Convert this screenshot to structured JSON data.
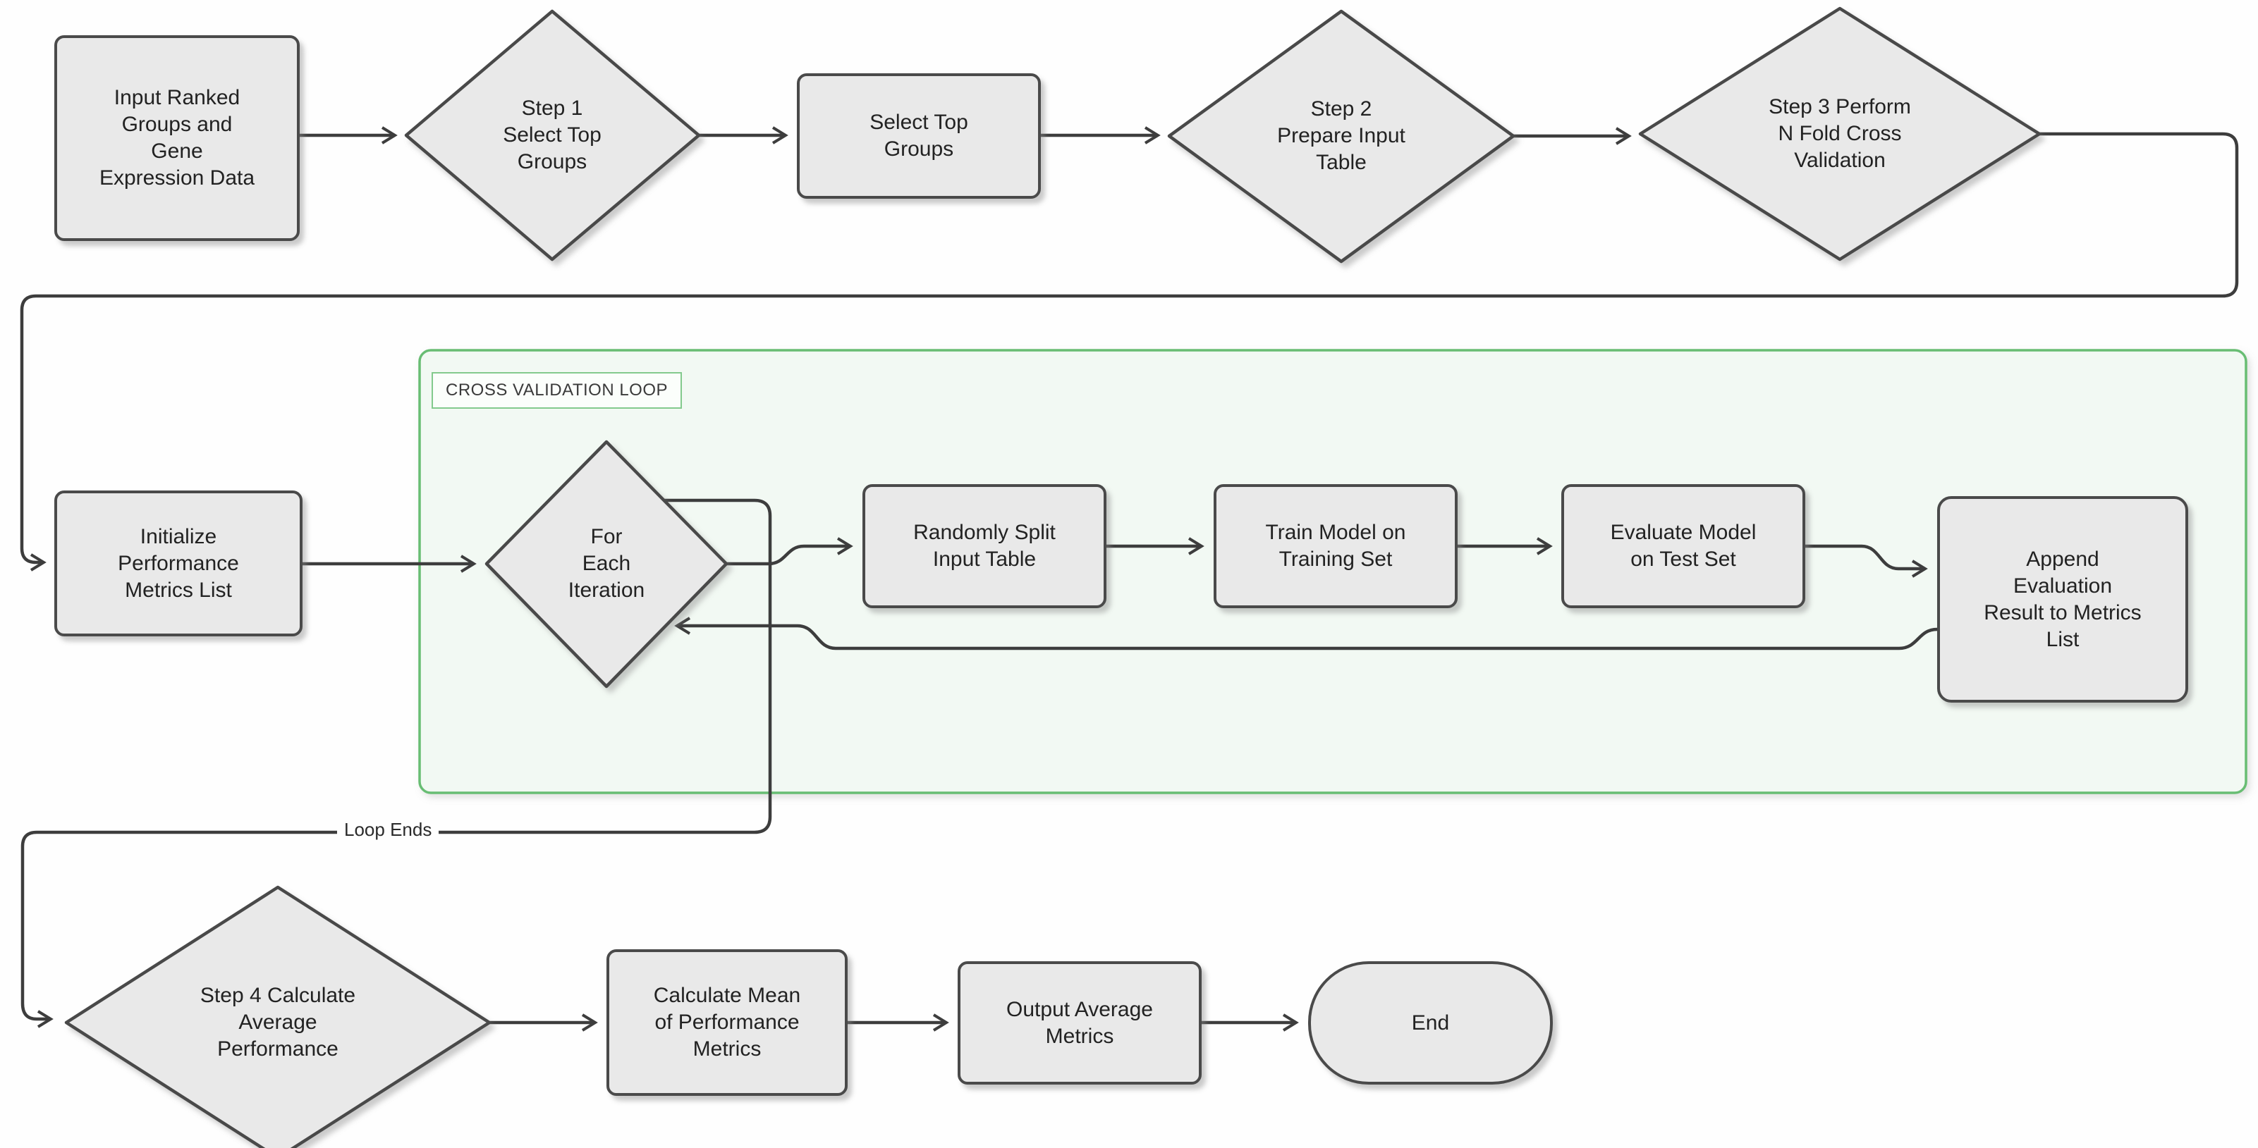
{
  "colors": {
    "background": "#fefefe",
    "node_fill": "#e9e9e9",
    "node_border": "#4a4a4a",
    "edge_color": "#3d3d3d",
    "loop_container_border": "#67bd73",
    "loop_container_fill": "#f2f9f3"
  },
  "loop_container": {
    "label": "CROSS VALIDATION LOOP"
  },
  "nodes": [
    {
      "id": "input-data",
      "shape": "rounded-rect",
      "label": "Input Ranked\nGroups and\nGene\nExpression Data"
    },
    {
      "id": "step-1",
      "shape": "diamond",
      "label": "Step 1\nSelect Top\nGroups"
    },
    {
      "id": "select-top-groups",
      "shape": "rounded-rect",
      "label": "Select Top\nGroups"
    },
    {
      "id": "step-2",
      "shape": "diamond",
      "label": "Step 2\nPrepare Input\nTable"
    },
    {
      "id": "step-3",
      "shape": "diamond",
      "label": "Step 3 Perform\nN Fold Cross\nValidation"
    },
    {
      "id": "initialize-metrics",
      "shape": "rounded-rect",
      "label": "Initialize\nPerformance\nMetrics List"
    },
    {
      "id": "for-each-iteration",
      "shape": "diamond",
      "label": "For\nEach\nIteration"
    },
    {
      "id": "randomly-split",
      "shape": "rounded-rect",
      "label": "Randomly Split\nInput Table"
    },
    {
      "id": "train-model",
      "shape": "rounded-rect",
      "label": "Train Model on\nTraining Set"
    },
    {
      "id": "evaluate-model",
      "shape": "rounded-rect",
      "label": "Evaluate Model\non Test Set"
    },
    {
      "id": "append-result",
      "shape": "rounded-rect",
      "label": "Append\nEvaluation\nResult to Metrics\nList"
    },
    {
      "id": "step-4",
      "shape": "diamond",
      "label": "Step 4 Calculate\nAverage\nPerformance"
    },
    {
      "id": "calc-mean",
      "shape": "rounded-rect",
      "label": "Calculate Mean\nof Performance\nMetrics"
    },
    {
      "id": "output-metrics",
      "shape": "rounded-rect",
      "label": "Output Average\nMetrics"
    },
    {
      "id": "end",
      "shape": "stadium",
      "label": "End"
    }
  ],
  "edges": [
    {
      "from": "input-data",
      "to": "step-1"
    },
    {
      "from": "step-1",
      "to": "select-top-groups"
    },
    {
      "from": "select-top-groups",
      "to": "step-2"
    },
    {
      "from": "step-2",
      "to": "step-3"
    },
    {
      "from": "step-3",
      "to": "initialize-metrics"
    },
    {
      "from": "initialize-metrics",
      "to": "for-each-iteration"
    },
    {
      "from": "for-each-iteration",
      "to": "randomly-split"
    },
    {
      "from": "randomly-split",
      "to": "train-model"
    },
    {
      "from": "train-model",
      "to": "evaluate-model"
    },
    {
      "from": "evaluate-model",
      "to": "append-result"
    },
    {
      "from": "append-result",
      "to": "for-each-iteration"
    },
    {
      "from": "for-each-iteration",
      "to": "step-4",
      "label": "Loop Ends"
    },
    {
      "from": "step-4",
      "to": "calc-mean"
    },
    {
      "from": "calc-mean",
      "to": "output-metrics"
    },
    {
      "from": "output-metrics",
      "to": "end"
    }
  ]
}
